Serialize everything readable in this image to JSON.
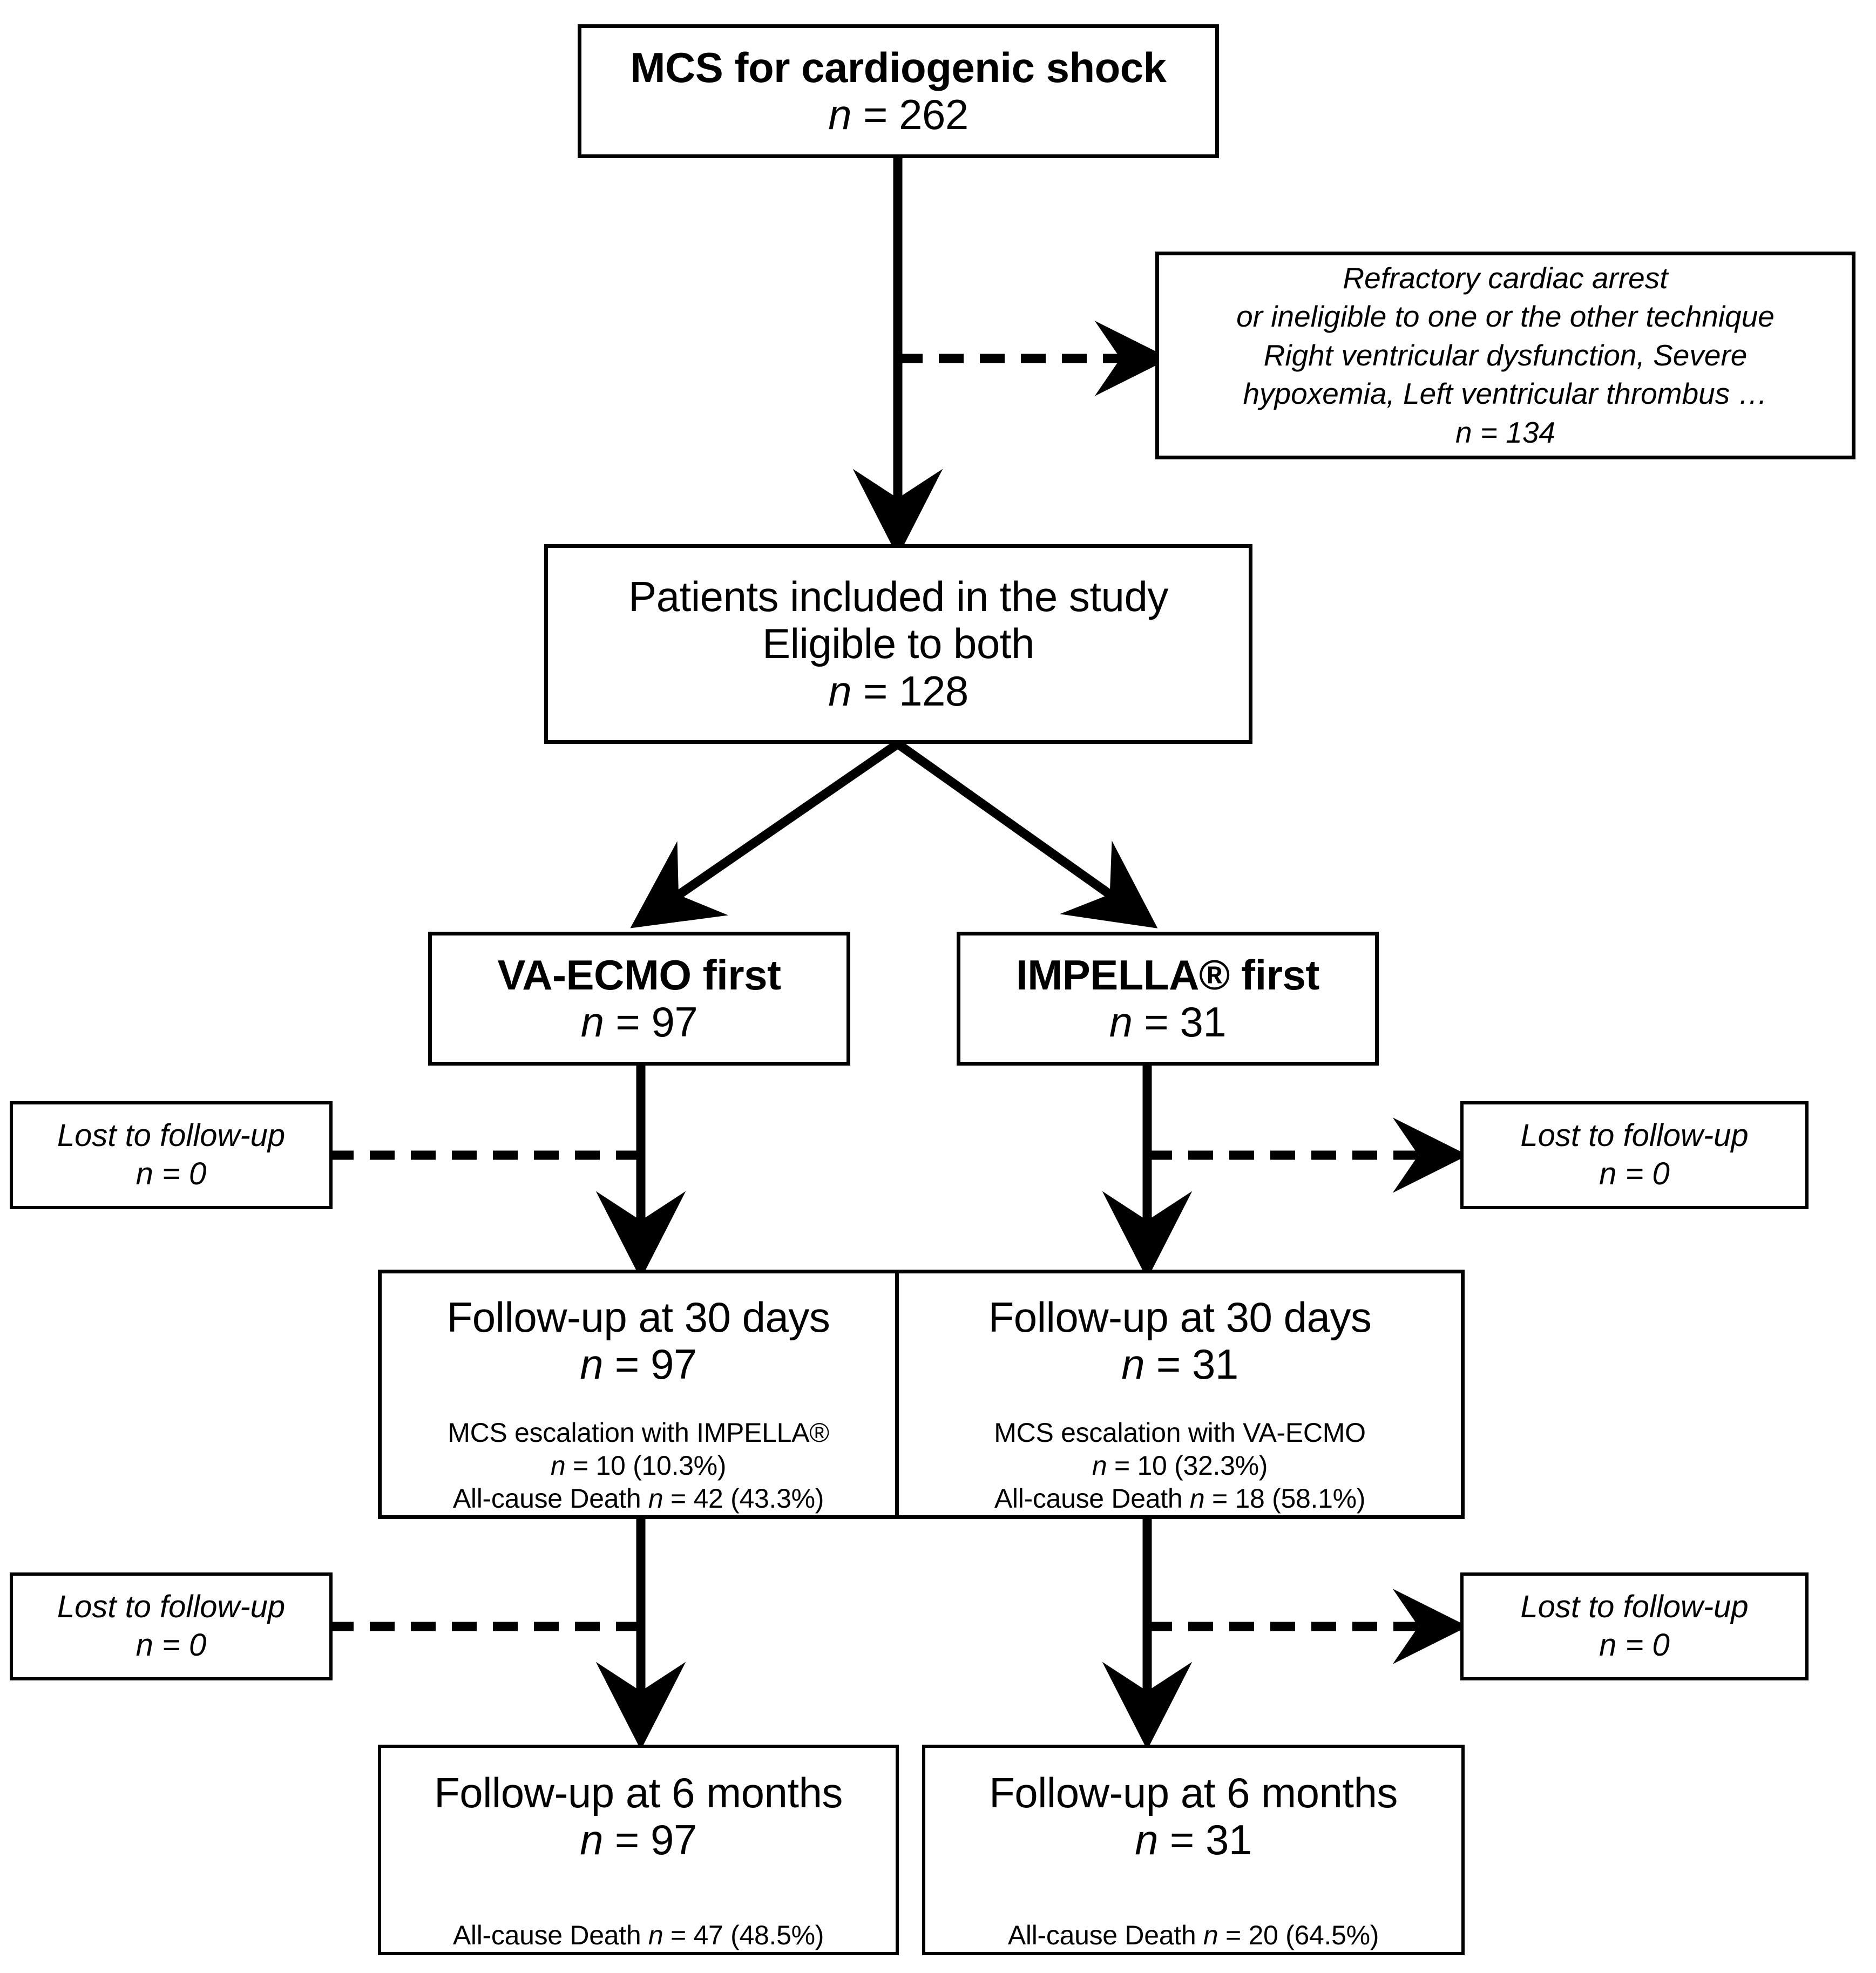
{
  "chart_data": {
    "type": "flowchart",
    "title": "Study flow diagram: MCS for cardiogenic shock",
    "nodes": [
      {
        "id": "screened",
        "label": "MCS for cardiogenic shock",
        "n": 262
      },
      {
        "id": "excluded",
        "label": "Refractory cardiac arrest or ineligible to one or the other technique Right ventricular dysfunction, Severe hypoxemia, Left ventricular thrombus ...",
        "n": 134
      },
      {
        "id": "included",
        "label": "Patients included in the study Eligible to both",
        "n": 128
      },
      {
        "id": "va_ecmo_first",
        "label": "VA-ECMO first",
        "n": 97
      },
      {
        "id": "impella_first",
        "label": "IMPELLA® first",
        "n": 31
      },
      {
        "id": "lost_30d_left",
        "label": "Lost to follow-up",
        "n": 0
      },
      {
        "id": "lost_30d_right",
        "label": "Lost to follow-up",
        "n": 0
      },
      {
        "id": "fu30_left",
        "label": "Follow-up at 30 days",
        "n": 97,
        "escalation_n": 10,
        "escalation_pct": "10.3%",
        "death_n": 42,
        "death_pct": "43.3%"
      },
      {
        "id": "fu30_right",
        "label": "Follow-up at 30 days",
        "n": 31,
        "escalation_n": 10,
        "escalation_pct": "32.3%",
        "death_n": 18,
        "death_pct": "58.1%"
      },
      {
        "id": "lost_6m_left",
        "label": "Lost to follow-up",
        "n": 0
      },
      {
        "id": "lost_6m_right",
        "label": "Lost to follow-up",
        "n": 0
      },
      {
        "id": "fu6m_left",
        "label": "Follow-up at 6 months",
        "n": 97,
        "death_n": 47,
        "death_pct": "48.5%"
      },
      {
        "id": "fu6m_right",
        "label": "Follow-up at 6 months",
        "n": 31,
        "death_n": 20,
        "death_pct": "64.5%"
      }
    ],
    "edges": [
      {
        "from": "screened",
        "to": "excluded",
        "style": "dashed"
      },
      {
        "from": "screened",
        "to": "included",
        "style": "solid"
      },
      {
        "from": "included",
        "to": "va_ecmo_first",
        "style": "solid"
      },
      {
        "from": "included",
        "to": "impella_first",
        "style": "solid"
      },
      {
        "from": "va_ecmo_first",
        "to": "lost_30d_left",
        "style": "dashed"
      },
      {
        "from": "va_ecmo_first",
        "to": "fu30_left",
        "style": "solid"
      },
      {
        "from": "impella_first",
        "to": "lost_30d_right",
        "style": "dashed"
      },
      {
        "from": "impella_first",
        "to": "fu30_right",
        "style": "solid"
      },
      {
        "from": "fu30_left",
        "to": "lost_6m_left",
        "style": "dashed"
      },
      {
        "from": "fu30_left",
        "to": "fu6m_left",
        "style": "solid"
      },
      {
        "from": "fu30_right",
        "to": "lost_6m_right",
        "style": "dashed"
      },
      {
        "from": "fu30_right",
        "to": "fu6m_right",
        "style": "solid"
      }
    ],
    "colors": {
      "stroke": "#000000",
      "fill": "#ffffff",
      "text": "#000000"
    }
  },
  "screened": {
    "title": "MCS for cardiogenic shock",
    "n_label": "n",
    "n_eq": " = ",
    "n_value": "262"
  },
  "excluded": {
    "line1": "Refractory cardiac arrest",
    "line2": "or ineligible to one or the other technique",
    "line3": "Right ventricular dysfunction, Severe",
    "line4": "hypoxemia, Left ventricular thrombus …",
    "n_label": "n",
    "n_eq": " = ",
    "n_value": "134"
  },
  "included": {
    "line1": "Patients included in the study",
    "line2": "Eligible to both",
    "n_label": "n",
    "n_eq": " = ",
    "n_value": "128"
  },
  "arms": {
    "left": {
      "title": "VA-ECMO first",
      "n_label": "n",
      "n_eq": " = ",
      "n_value": "97"
    },
    "right": {
      "title": "IMPELLA® first",
      "n_label": "n",
      "n_eq": " = ",
      "n_value": "31"
    }
  },
  "lost_boxes": {
    "r1_left": {
      "title": "Lost to follow-up",
      "n_label": "n",
      "n_eq": " = ",
      "n_value": "0"
    },
    "r1_right": {
      "title": "Lost to follow-up",
      "n_label": "n",
      "n_eq": " = ",
      "n_value": "0"
    },
    "r2_left": {
      "title": "Lost to follow-up",
      "n_label": "n",
      "n_eq": " = ",
      "n_value": "0"
    },
    "r2_right": {
      "title": "Lost to follow-up",
      "n_label": "n",
      "n_eq": " = ",
      "n_value": "0"
    }
  },
  "followup_30d": {
    "left": {
      "title": "Follow-up at 30 days",
      "n_label": "n",
      "n_eq": " = ",
      "n_value": "97",
      "escalation_label": "MCS escalation with IMPELLA®",
      "escalation_n_label": "n",
      "escalation_value": " = 10 (10.3%)",
      "death_label": "All-cause Death ",
      "death_n_label": "n",
      "death_value": " = 42 (43.3%)"
    },
    "right": {
      "title": "Follow-up at 30 days",
      "n_label": "n",
      "n_eq": " = ",
      "n_value": "31",
      "escalation_label": "MCS escalation with VA-ECMO",
      "escalation_n_label": "n",
      "escalation_value": " = 10 (32.3%)",
      "death_label": "All-cause Death ",
      "death_n_label": "n",
      "death_value": " = 18 (58.1%)"
    }
  },
  "followup_6m": {
    "left": {
      "title": "Follow-up at 6 months",
      "n_label": "n",
      "n_eq": " = ",
      "n_value": "97",
      "death_label": "All-cause Death ",
      "death_n_label": "n",
      "death_value": " = 47 (48.5%)"
    },
    "right": {
      "title": "Follow-up at 6 months",
      "n_label": "n",
      "n_eq": " = ",
      "n_value": "31",
      "death_label": "All-cause Death ",
      "death_n_label": "n",
      "death_value": " = 20 (64.5%)"
    }
  }
}
